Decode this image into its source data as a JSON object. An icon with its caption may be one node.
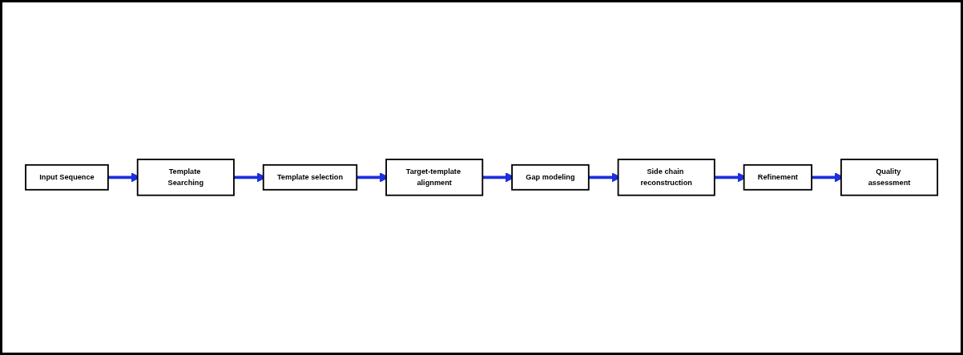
{
  "diagram": {
    "nodes": [
      {
        "text": [
          "Input Sequence"
        ]
      },
      {
        "text": [
          "Template Searching"
        ]
      },
      {
        "text": [
          "Template selection"
        ]
      },
      {
        "text": [
          "Target-template alignment"
        ]
      },
      {
        "text": [
          "Gap modeling"
        ]
      },
      {
        "text": [
          "Side chain reconstruction"
        ]
      },
      {
        "text": [
          "Refinement"
        ]
      },
      {
        "text": [
          "Quality assessment"
        ]
      }
    ],
    "edges": [
      {
        "from": 0,
        "to": 1,
        "arrow": "to"
      },
      {
        "from": 1,
        "to": 2,
        "arrow": "to"
      },
      {
        "from": 2,
        "to": 3,
        "arrow": "to"
      },
      {
        "from": 3,
        "to": 4,
        "arrow": "to"
      },
      {
        "from": 4,
        "to": 5,
        "arrow": "to"
      },
      {
        "from": 5,
        "to": 6,
        "arrow": "to"
      },
      {
        "from": 6,
        "to": 7,
        "arrow": "to"
      }
    ]
  }
}
